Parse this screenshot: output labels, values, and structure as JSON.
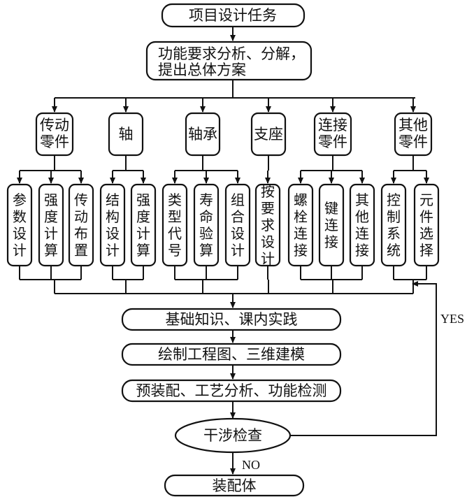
{
  "flow": {
    "task": "项目设计任务",
    "analysis_line1": "功能要求分析、分解，",
    "analysis_line2": "提出总体方案",
    "basics": "基础知识、课内实践",
    "drawing": "绘制工程图、三维建模",
    "preassembly": "预装配、工艺分析、功能检测",
    "check": "干涉检查",
    "assembly": "装配体",
    "yes_label": "YES",
    "no_label": "NO"
  },
  "categories": [
    {
      "label_lines": [
        "传动",
        "零件"
      ],
      "subs": [
        "参数设计",
        "强度计算",
        "传动布置"
      ]
    },
    {
      "label_lines": [
        "轴"
      ],
      "subs": [
        "结构设计",
        "强度计算"
      ]
    },
    {
      "label_lines": [
        "轴承"
      ],
      "subs": [
        "类型代号",
        "寿命验算",
        "组合设计"
      ]
    },
    {
      "label_lines": [
        "支座"
      ],
      "subs": [
        "按要求设计"
      ]
    },
    {
      "label_lines": [
        "连接",
        "零件"
      ],
      "subs": [
        "螺栓连接",
        "键连接",
        "其他连接"
      ]
    },
    {
      "label_lines": [
        "其他",
        "零件"
      ],
      "subs": [
        "控制系统",
        "元件选择"
      ]
    }
  ]
}
